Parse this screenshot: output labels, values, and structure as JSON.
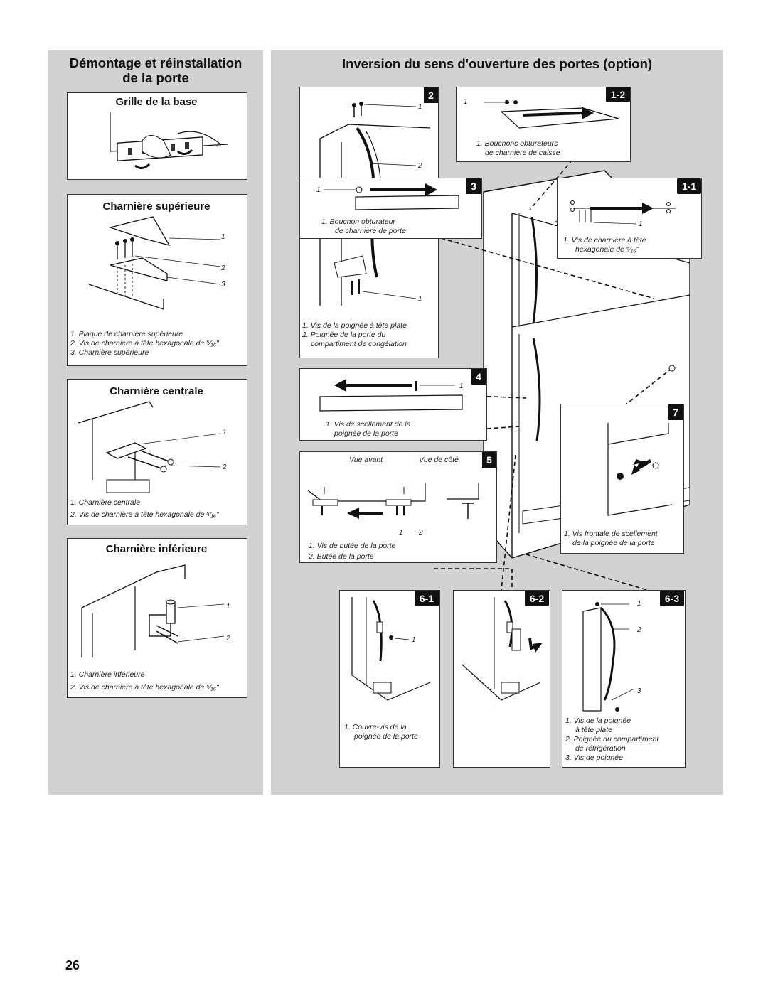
{
  "left": {
    "title_line1": "Démontage et réinstallation",
    "title_line2": "de la porte",
    "grille": {
      "title": "Grille de la base"
    },
    "sup": {
      "title": "Charnière supérieure",
      "captions": [
        "1. Plaque de charnière supérieure",
        "2. Vis de charnière à tête hexagonale de ⁵⁄₁₆\"",
        "3. Charnière supérieure"
      ],
      "callouts": [
        "1",
        "2",
        "3"
      ]
    },
    "centrale": {
      "title": "Charnière centrale",
      "captions": [
        "1. Charnière centrale",
        "2. Vis de charnière à tête hexagonale de ⁵⁄₁₆\""
      ],
      "callouts": [
        "1",
        "2"
      ]
    },
    "inf": {
      "title": "Charnière inférieure",
      "captions": [
        "1. Charnière inférieure",
        "2. Vis de charnière à tête hexagonale de ⁵⁄₁₆\""
      ],
      "callouts": [
        "1",
        "2"
      ]
    }
  },
  "right": {
    "title": "Inversion du sens d'ouverture des portes (option)",
    "s2": {
      "badge": "2",
      "callouts": [
        "1",
        "2",
        "1"
      ],
      "captions": [
        "1. Vis de la poignée à tête plate",
        "2. Poignée de la porte du",
        "compartiment de congélation"
      ]
    },
    "s12": {
      "badge": "1-2",
      "callouts": [
        "1"
      ],
      "captions": [
        "1. Bouchons obturateurs",
        "de charnière de caisse"
      ]
    },
    "s3": {
      "badge": "3",
      "callouts": [
        "1"
      ],
      "captions": [
        "1. Bouchon obturateur",
        "de charnière de porte"
      ]
    },
    "s11": {
      "badge": "1-1",
      "callouts": [
        "1"
      ],
      "captions": [
        "1. Vis de charnière à tête",
        "hexagonale de ⁵⁄₁₆\""
      ]
    },
    "s4": {
      "badge": "4",
      "callouts": [
        "1"
      ],
      "captions": [
        "1. Vis de scellement de la",
        "poignée de la porte"
      ]
    },
    "s5": {
      "badge": "5",
      "label_front": "Vue avant",
      "label_side": "Vue de côté",
      "callouts": [
        "1",
        "2"
      ],
      "captions": [
        "1. Vis de butée de la porte",
        "2. Butée de la porte"
      ]
    },
    "s7": {
      "badge": "7",
      "captions": [
        "1. Vis frontale de scellement",
        "de la poignée de la porte"
      ]
    },
    "s61": {
      "badge": "6-1",
      "callouts": [
        "1"
      ],
      "captions": [
        "1. Couvre-vis de la",
        "poignée de la porte"
      ]
    },
    "s62": {
      "badge": "6-2"
    },
    "s63": {
      "badge": "6-3",
      "callouts": [
        "1",
        "2",
        "3"
      ],
      "captions": [
        "1. Vis de la poignée",
        "à tête plate",
        "2. Poignée du compartiment",
        "de réfrigération",
        "3. Vis de poignée"
      ]
    }
  },
  "page_number": "26"
}
